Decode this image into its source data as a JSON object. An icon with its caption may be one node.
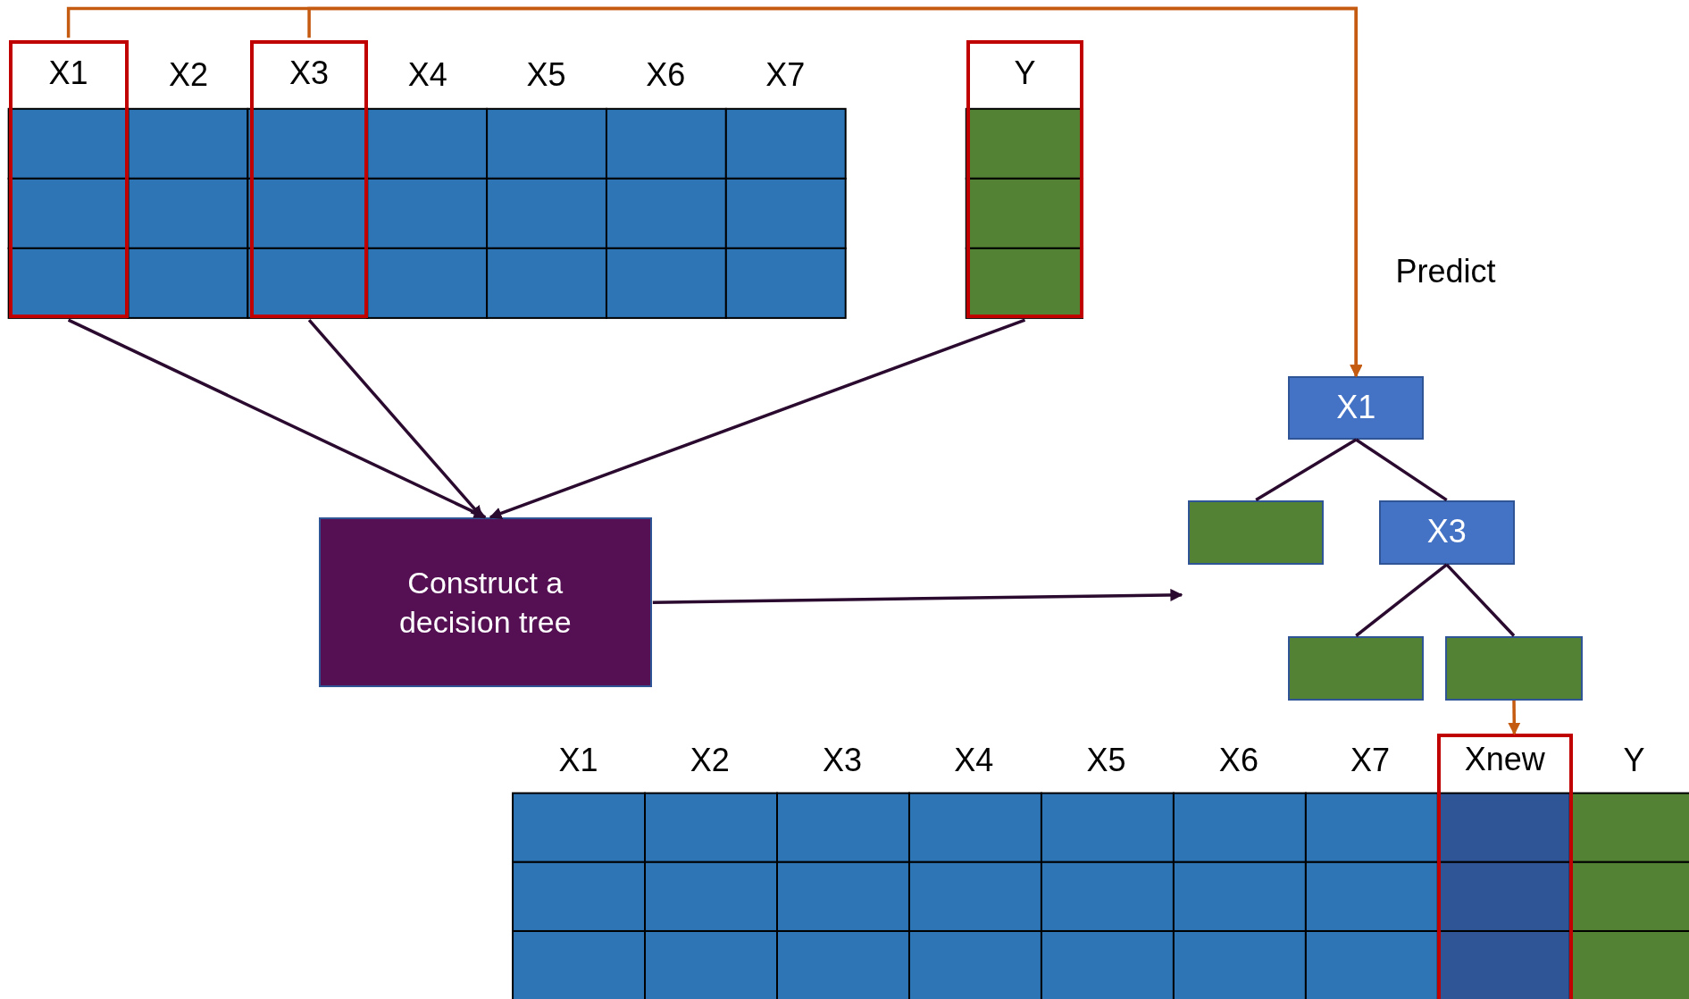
{
  "diagram": {
    "nodes": [
      {
        "text": [
          "X1"
        ]
      },
      {
        "text": [
          "X3"
        ]
      },
      {
        "text": [
          "Y"
        ]
      },
      {
        "text": [
          "Construct a decision tree"
        ]
      },
      {
        "text": [
          "X1"
        ]
      },
      {
        "text": [],
        "shape": "box"
      },
      {
        "text": [
          "X3"
        ]
      },
      {
        "text": [],
        "shape": "box"
      },
      {
        "text": [],
        "shape": "box"
      },
      {
        "text": [
          "Xnew"
        ]
      }
    ],
    "edges": [
      {
        "from": 0,
        "to": 3,
        "arrow": "to"
      },
      {
        "from": 1,
        "to": 3,
        "arrow": "to"
      },
      {
        "from": 2,
        "to": 3,
        "arrow": "to"
      },
      {
        "from": 3,
        "to": 5,
        "arrow": "to"
      },
      {
        "from": 0,
        "to": 4,
        "arrow": "to",
        "color": "#c55a11"
      },
      {
        "from": 1,
        "to": 4,
        "arrow": "to",
        "color": "#c55a11"
      },
      {
        "from": 4,
        "to": 5,
        "arrow": "none"
      },
      {
        "from": 4,
        "to": 6,
        "arrow": "none"
      },
      {
        "from": 6,
        "to": 7,
        "arrow": "none"
      },
      {
        "from": 6,
        "to": 8,
        "arrow": "none"
      },
      {
        "from": 8,
        "to": 9,
        "arrow": "to",
        "color": "#c55a11"
      }
    ],
    "labels": [
      "X2",
      "X4",
      "X5",
      "X6",
      "X7",
      "Predict",
      "X1",
      "X2",
      "X3",
      "X4",
      "X5",
      "X6",
      "X7",
      "Y"
    ]
  }
}
